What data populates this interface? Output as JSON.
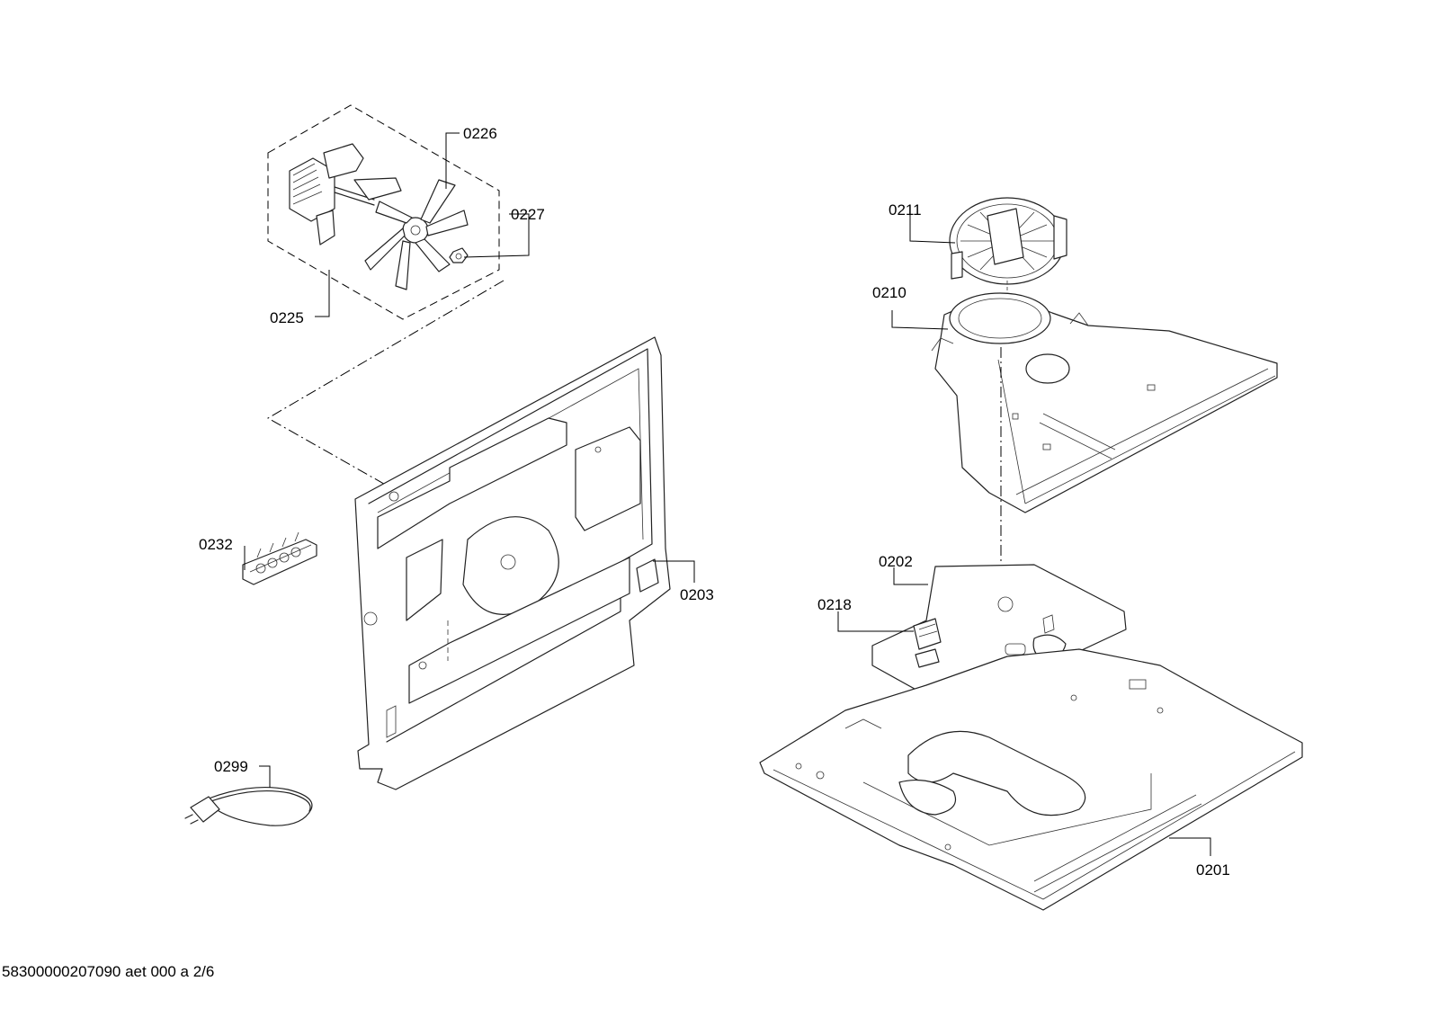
{
  "footer_text": "58300000207090 aet 000 a 2/6",
  "callouts": {
    "c0226": "0226",
    "c0227": "0227",
    "c0225": "0225",
    "c0211": "0211",
    "c0210": "0210",
    "c0232": "0232",
    "c0203": "0203",
    "c0202": "0202",
    "c0218": "0218",
    "c0299": "0299",
    "c0201": "0201"
  }
}
